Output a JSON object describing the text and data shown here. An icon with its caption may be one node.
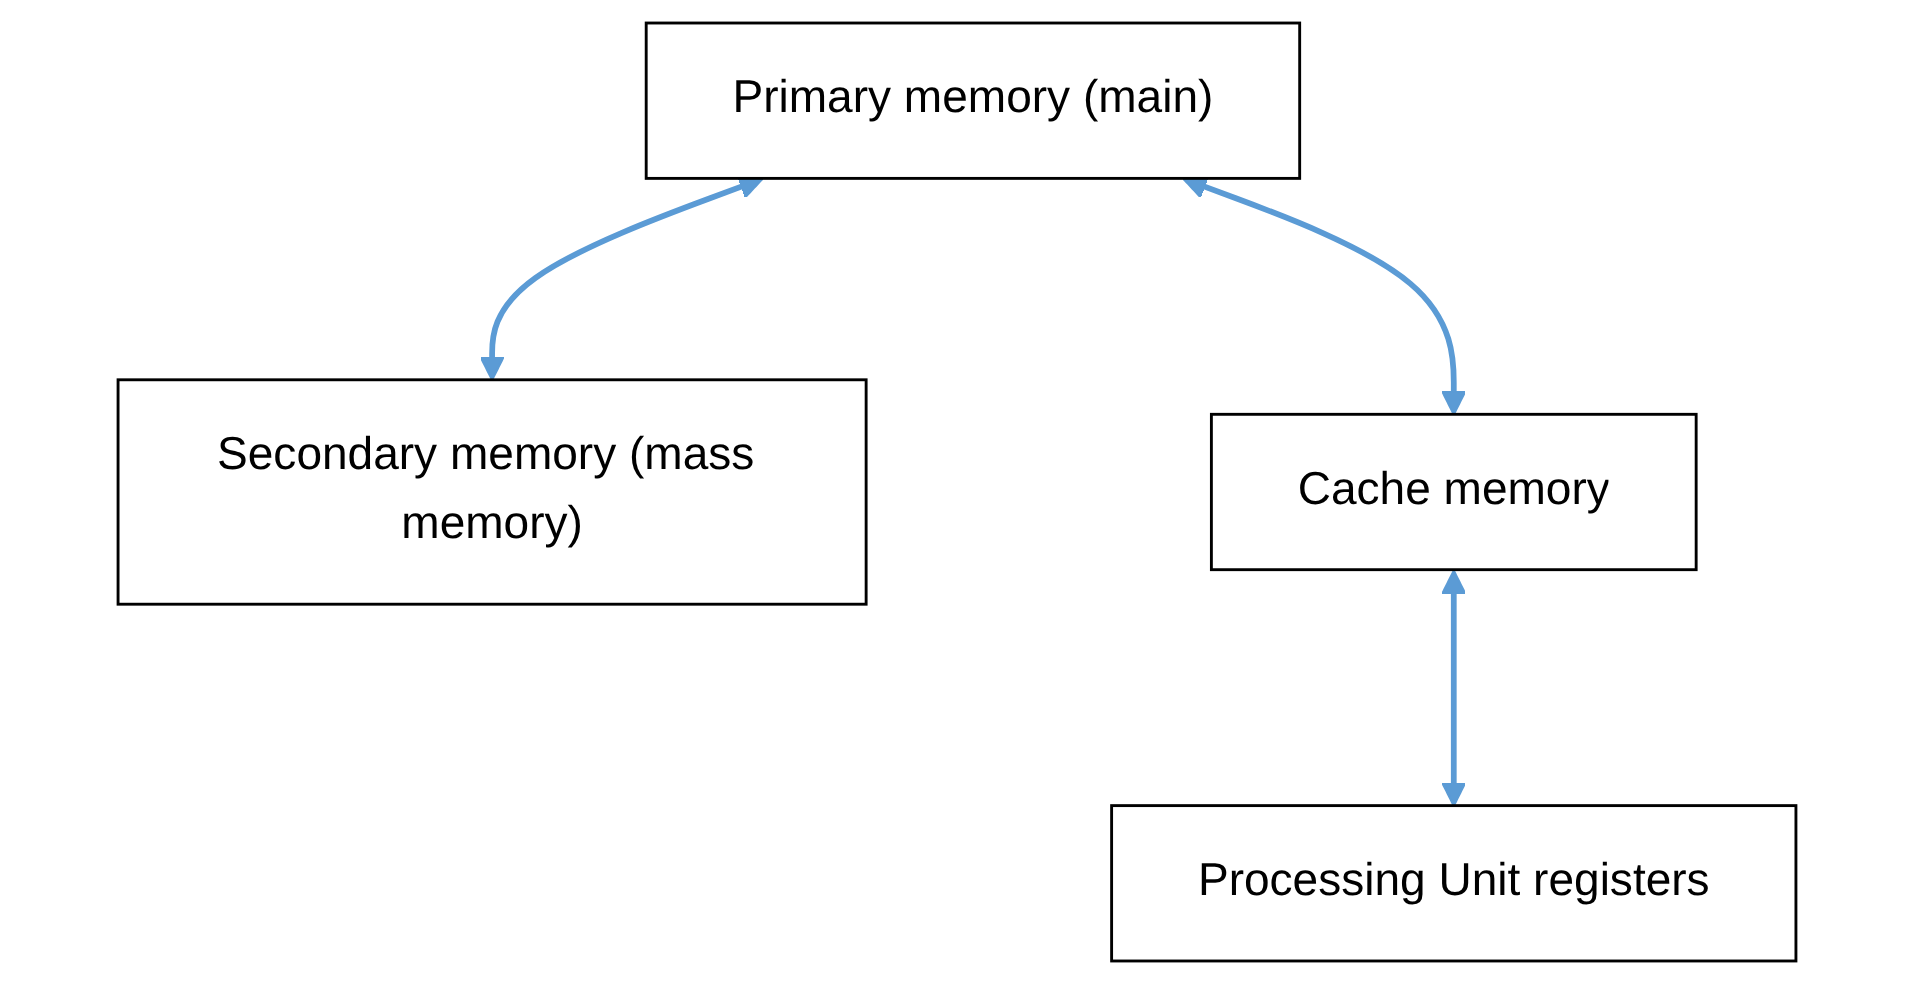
{
  "diagram": {
    "nodes": [
      {
        "text": [
          "Primary memory (main)"
        ]
      },
      {
        "text": [
          "Secondary memory (mass memory)"
        ]
      },
      {
        "text": [
          "Cache memory"
        ]
      },
      {
        "text": [
          "Processing Unit registers"
        ]
      }
    ],
    "edges": [
      {
        "from": 0,
        "to": 1,
        "arrow": "both"
      },
      {
        "from": 0,
        "to": 2,
        "arrow": "both"
      },
      {
        "from": 2,
        "to": 3,
        "arrow": "both"
      }
    ]
  }
}
